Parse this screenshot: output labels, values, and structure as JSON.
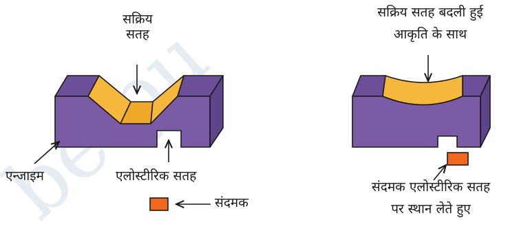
{
  "labels": {
    "active_site": [
      "सक्रिय",
      "सतह"
    ],
    "enzyme": "एन्जाइम",
    "allosteric_site": "एलोस्टीरिक सतह",
    "effector_legend": "संदमक",
    "changed_site": [
      "सक्रिय सतह बदली हुई",
      "आकृति के साथ"
    ],
    "effector_bound": [
      "संदमक एलोस्टीरिक सतह",
      "पर स्थान लेते हुए"
    ]
  },
  "watermark": "be pu",
  "colors": {
    "enzyme_front": "#7b5aa6",
    "enzyme_top": "#6b4f98",
    "enzyme_side": "#5e4488",
    "active_site": "#f5b83d",
    "active_site_face": "#f0a828",
    "effector": "#f06820",
    "outline": "#1a1a1a",
    "watermark": "#e6ecf1"
  }
}
